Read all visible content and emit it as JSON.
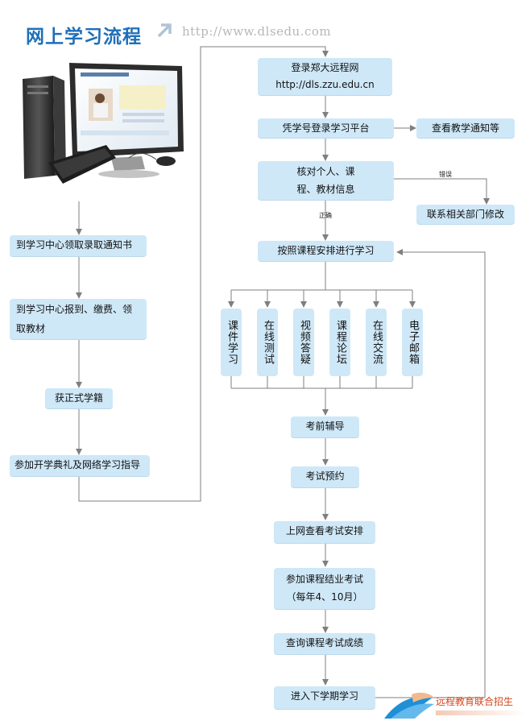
{
  "header": {
    "title": "网上学习流程",
    "url": "http://www.dlsedu.com"
  },
  "left_steps": [
    "到学习中心领取录取通知书",
    "到学习中心报到、缴费、领取教材",
    "获正式学籍",
    "参加开学典礼及网络学习指导"
  ],
  "right_flow": {
    "login_line1": "登录郑大远程网",
    "login_line2": "http://dls.zzu.edu.cn",
    "platform": "凭学号登录学习平台",
    "notice": "查看教学通知等",
    "verify_line1": "核对个人、课",
    "verify_line2": "程、教材信息",
    "error_label": "错误",
    "contact": "联系相关部门修改",
    "correct_label": "正确",
    "study": "按照课程安排进行学习",
    "methods": [
      "课件学习",
      "在线测试",
      "视频答疑",
      "课程论坛",
      "在线交流",
      "电子邮箱"
    ],
    "tutor": "考前辅导",
    "booking": "考试预约",
    "check_schedule": "上网查看考试安排",
    "exam_line1": "参加课程结业考试",
    "exam_line2": "（每年4、10月）",
    "scores": "查询课程考试成绩",
    "next_term": "进入下学期学习"
  },
  "brand": {
    "text": "远程教育联合招生"
  },
  "colors": {
    "title": "#1e6fb8",
    "box": "#cfe8f8",
    "line": "#7f7f7f",
    "brand_text": "#d6451c"
  }
}
